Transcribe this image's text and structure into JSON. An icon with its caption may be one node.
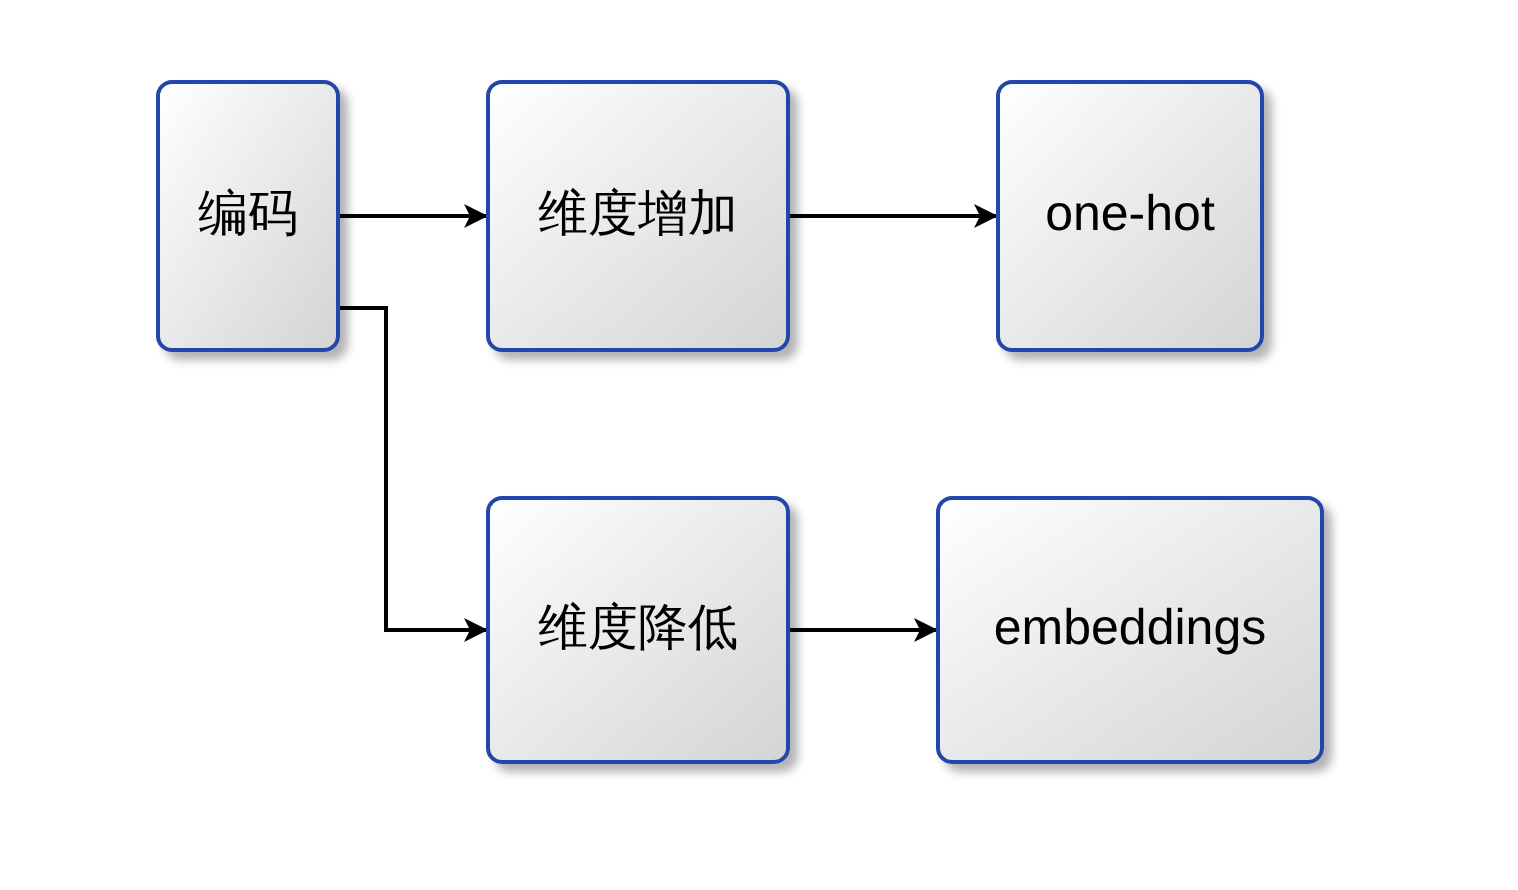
{
  "diagram": {
    "nodes": [
      {
        "text": [
          "编码"
        ]
      },
      {
        "text": [
          "维度增加"
        ]
      },
      {
        "text": [
          "one-hot"
        ]
      },
      {
        "text": [
          "维度降低"
        ]
      },
      {
        "text": [
          "embeddings"
        ]
      }
    ],
    "edges": [
      {
        "from": 0,
        "to": 1,
        "arrow": "to"
      },
      {
        "from": 1,
        "to": 2,
        "arrow": "to"
      },
      {
        "from": 0,
        "to": 3,
        "arrow": "to"
      },
      {
        "from": 3,
        "to": 4,
        "arrow": "to"
      }
    ]
  }
}
